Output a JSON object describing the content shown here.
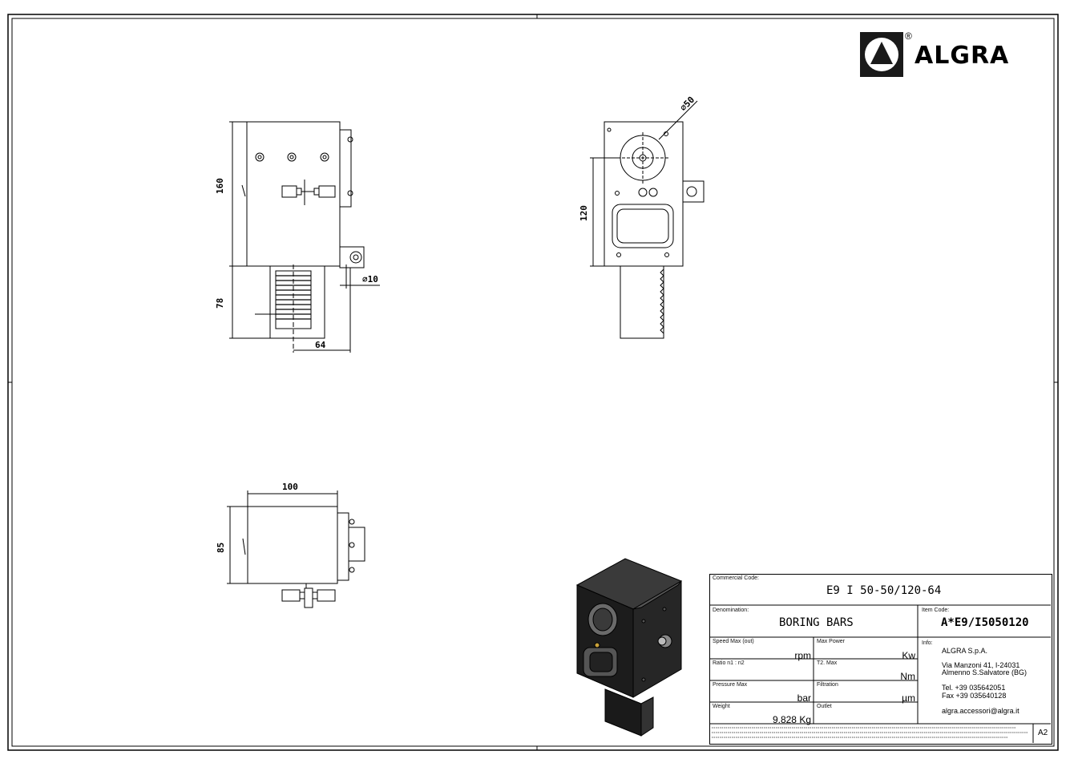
{
  "brand": {
    "name": "ALGRA",
    "registered": "®"
  },
  "dimensions": {
    "front_height": "160",
    "front_shank_length": "78",
    "front_offset": "64",
    "front_coolant": "∅10",
    "side_height": "120",
    "side_bore": "∅50",
    "top_width": "100",
    "top_depth": "85"
  },
  "title_block": {
    "commercial_code_label": "Commercial Code:",
    "commercial_code": "E9 I 50-50/120-64",
    "denomination_label": "Denomination:",
    "denomination": "BORING BARS",
    "item_code_label": "Item Code:",
    "item_code": "A*E9/I5050120",
    "speed_label": "Speed Max (out)",
    "speed_unit": "rpm",
    "power_label": "Max Power",
    "power_unit": "Kw",
    "ratio_label": "Ratio n1 : n2",
    "torque_label": "T2. Max",
    "torque_unit": "Nm",
    "pressure_label": "Pressure Max",
    "pressure_unit": "bar",
    "filtration_label": "Filtration",
    "filtration_unit": "µm",
    "weight_label": "Weight",
    "weight": "9.828 Kg",
    "outlet_label": "Outlet",
    "info_label": "Info:",
    "company": "ALGRA S.p.A.",
    "address1": "Via Manzoni 41, I-24031",
    "address2": "Almenno S.Salvatore (BG)",
    "tel": "Tel. +39 035642051",
    "fax": "Fax +39 035640128",
    "email": "algra.accessori@algra.it",
    "sheet_size": "A2"
  }
}
